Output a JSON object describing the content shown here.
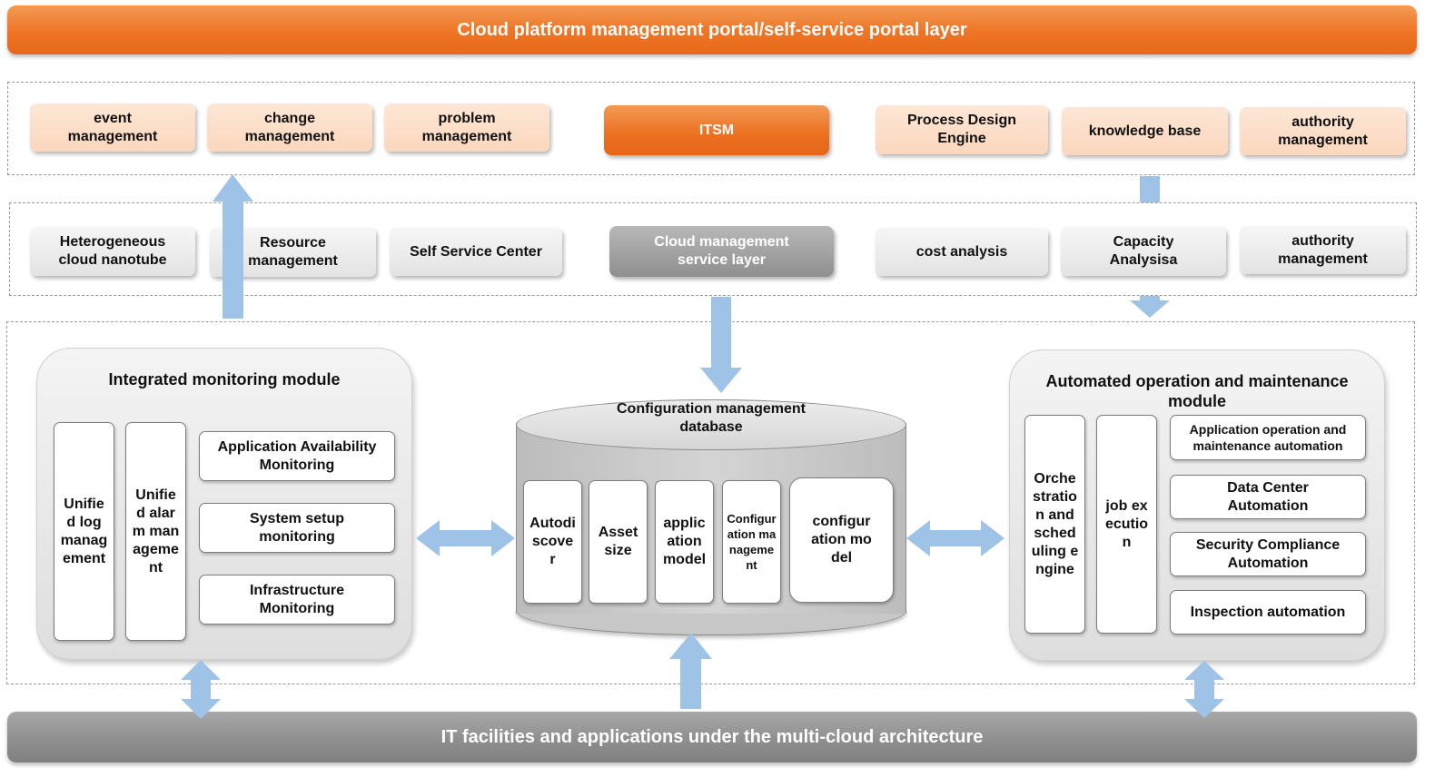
{
  "top_bar": "Cloud platform management portal/self-service portal layer",
  "bottom_bar": "IT facilities and applications under the multi-cloud architecture",
  "itsm_layer": {
    "items": [
      "event management",
      "change management",
      "problem management"
    ],
    "center": "ITSM",
    "right_items": [
      "Process Design Engine",
      "knowledge base",
      "authority management"
    ]
  },
  "service_layer": {
    "items": [
      "Heterogeneous cloud nanotube",
      "Resource management",
      "Self Service Center"
    ],
    "center": "Cloud management service layer",
    "right_items": [
      "cost analysis",
      "Capacity Analysisa",
      "authority management"
    ]
  },
  "monitoring_module": {
    "title": "Integrated monitoring module",
    "vertical": [
      "Unified log management",
      "Unified alarm management"
    ],
    "items": [
      "Application Availability Monitoring",
      "System setup monitoring",
      "Infrastructure Monitoring"
    ]
  },
  "cmdb": {
    "title": "Configuration management database",
    "items": [
      "Autodiscover",
      "Asset size",
      "application model",
      "Configuration management",
      "configuration model"
    ]
  },
  "automation_module": {
    "title": "Automated operation and maintenance module",
    "vertical": [
      "Orchestration and scheduling engine",
      "job execution"
    ],
    "items": [
      "Application operation and maintenance automation",
      "Data Center Automation",
      "Security Compliance Automation",
      "Inspection automation"
    ]
  },
  "colors": {
    "orange": "#ee7424",
    "peach": "#fbd7bd",
    "grey": "#8d8d8d",
    "arrow_blue": "#9fc3e6"
  }
}
